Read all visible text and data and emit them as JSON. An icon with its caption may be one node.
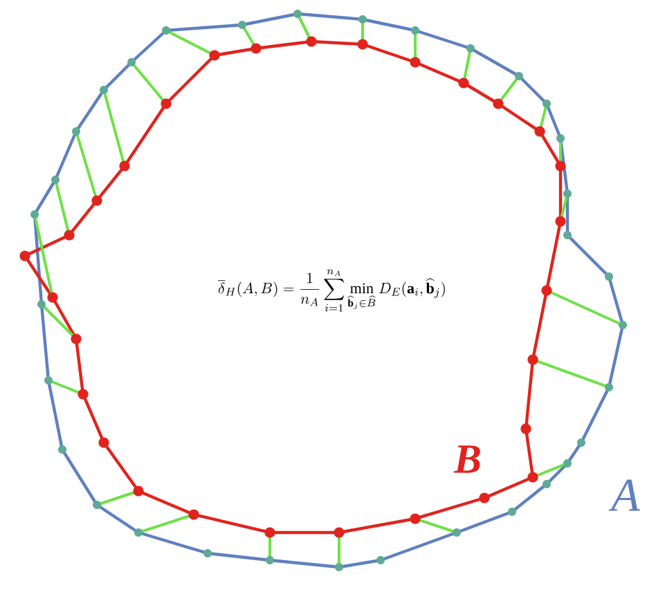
{
  "diagram": {
    "labels": [
      "\\overline{\\delta}_H(A,B)=\\frac{1}{n_A}\\sum_{i=1}^{n_A}\\min_{\\widehat{\\mathbf{b}}_j\\in\\widehat{B}} D_E(\\mathbf{a}_i,\\widehat{\\mathbf{b}}_j)",
      "B",
      "A"
    ]
  }
}
